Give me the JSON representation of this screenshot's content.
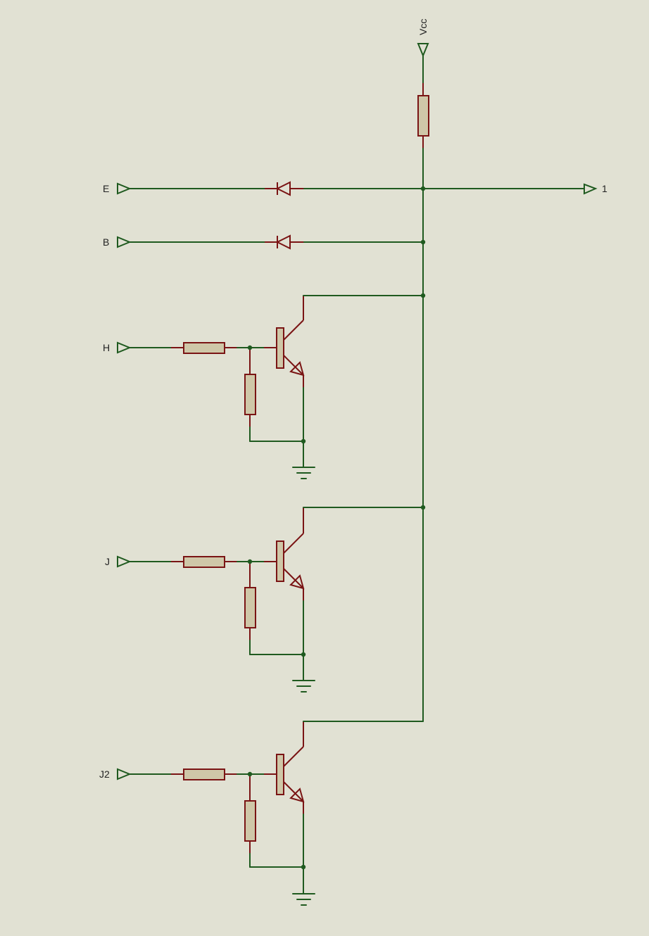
{
  "schematic": {
    "supply_label": "Vcc",
    "output_label": "1",
    "diode_inputs": [
      {
        "label": "E"
      },
      {
        "label": "B"
      }
    ],
    "transistor_inputs": [
      {
        "label": "H"
      },
      {
        "label": "J"
      },
      {
        "label": "J2"
      }
    ]
  },
  "colors": {
    "background": "#e1e1d3",
    "wire": "#1f5a1f",
    "component": "#7a1414",
    "resistor_fill": "#cfc7a8"
  }
}
